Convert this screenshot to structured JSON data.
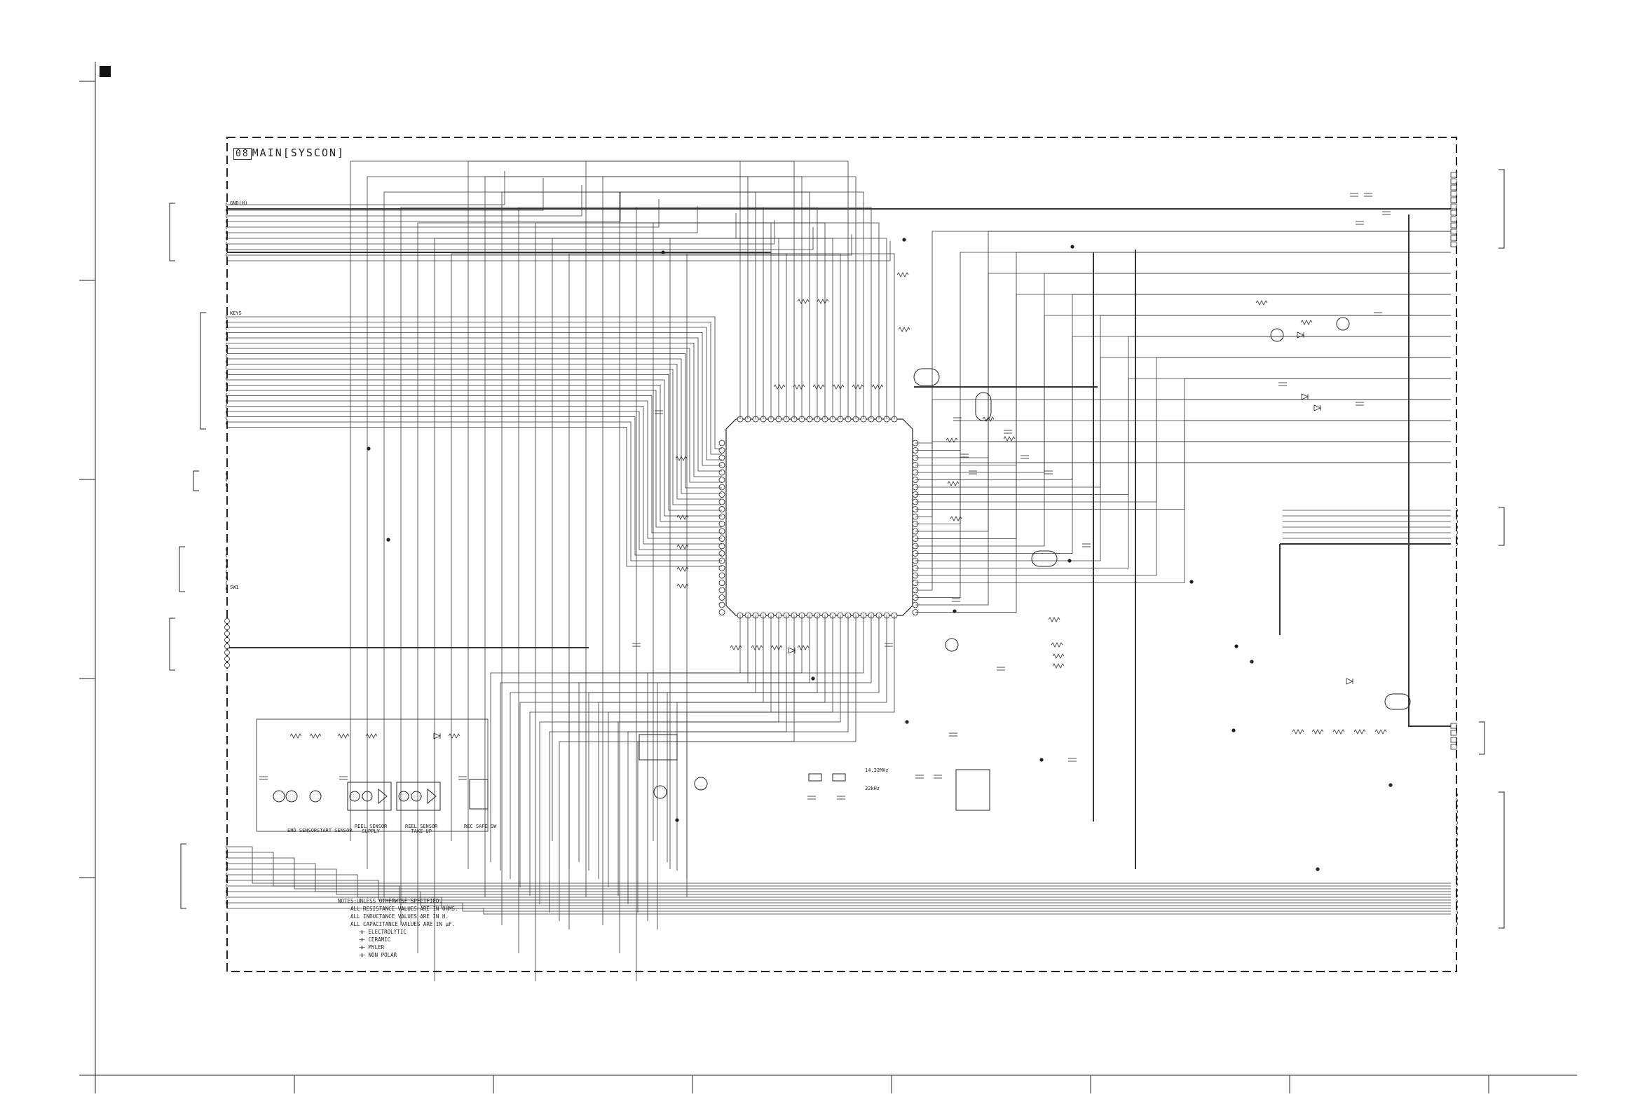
{
  "sheet": {
    "section_number": "08",
    "section_title": "MAIN[SYSCON]"
  },
  "connectors": {
    "left_top_label": "GND(H)",
    "left_mid_label": "KEYS",
    "left_sw_label": "SW1"
  },
  "sensors": [
    {
      "label": "END SENSOR"
    },
    {
      "label": "START SENSOR"
    },
    {
      "label": "REEL SENSOR\nSUPPLY"
    },
    {
      "label": "REEL SENSOR\nTAKE UP"
    },
    {
      "label": "REC SAFE SW"
    }
  ],
  "crystals": {
    "x1_label": "14.32MHz",
    "x2_label": "32kHz"
  },
  "notes": {
    "heading": "NOTES:UNLESS OTHERWISE SPECIFIED.",
    "lines": [
      "ALL RESISTANCE VALUES ARE IN OHMS.",
      "ALL INDUCTANCE VALUES ARE IN H.",
      "ALL CAPACITANCE VALUES ARE IN µF."
    ],
    "legend": [
      {
        "symbol": "electrolytic-cap",
        "label": "ELECTROLYTIC"
      },
      {
        "symbol": "ceramic-cap",
        "label": "CERAMIC"
      },
      {
        "symbol": "mylar-cap",
        "label": "MYLER"
      },
      {
        "symbol": "nonpolar-cap",
        "label": "NON POLAR"
      }
    ]
  },
  "colors": {
    "line": "#222222",
    "thin": "#444444",
    "paper": "#ffffff"
  }
}
